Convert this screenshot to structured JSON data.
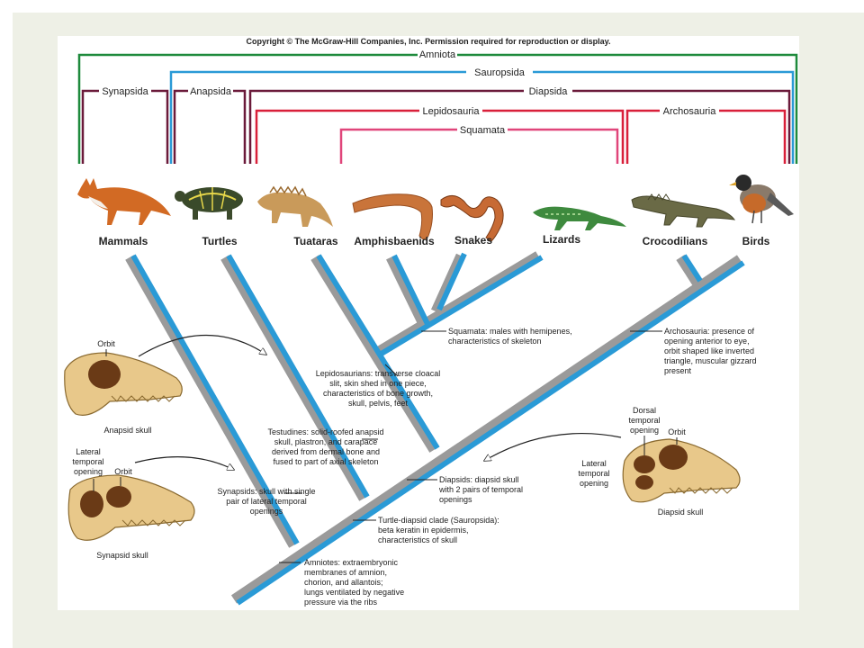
{
  "copyright": "Copyright © The McGraw-Hill Companies, Inc. Permission required for reproduction or display.",
  "colors": {
    "background": "#eef0e6",
    "amniota": "#1e8a3c",
    "sauropsida": "#2a9ad6",
    "synapsida": "#6b1a3a",
    "diapsida": "#6b1a3a",
    "lepidosauria": "#d9203a",
    "archosauria": "#d9203a",
    "squamata": "#e0457a",
    "branch": "#2a9ad6",
    "branch_shadow": "#9a9a9a",
    "skull": "#e8c88a"
  },
  "brackets": {
    "amniota": "Amniota",
    "sauropsida": "Sauropsida",
    "synapsida": "Synapsida",
    "anapsida": "Anapsida",
    "diapsida": "Diapsida",
    "lepidosauria": "Lepidosauria",
    "archosauria": "Archosauria",
    "squamata": "Squamata"
  },
  "taxa": [
    "Mammals",
    "Turtles",
    "Tuataras",
    "Amphisbaenids",
    "Snakes",
    "Lizards",
    "Crocodilians",
    "Birds"
  ],
  "animal_icons": [
    "fox-icon",
    "turtle-icon",
    "tuatara-icon",
    "amphisbaenid-icon",
    "snake-icon",
    "lizard-icon",
    "crocodile-icon",
    "bird-icon"
  ],
  "annotations": {
    "squamata": [
      "Squamata: males with hemipenes,",
      "characteristics of skeleton"
    ],
    "archosauria": [
      "Archosauria: presence of",
      "opening anterior to eye,",
      "orbit shaped like inverted",
      "triangle, muscular gizzard",
      "present"
    ],
    "lepidosaurians": [
      "Lepidosaurians: transverse cloacal",
      "slit, skin shed in one piece,",
      "characteristics of bone growth,",
      "skull, pelvis, feet"
    ],
    "testudines": [
      "Testudines: solid-roofed anapsid",
      "skull, plastron, and carapace",
      "derived from dermal bone and",
      "fused to part of axial skeleton"
    ],
    "diapsids": [
      "Diapsids: diapsid skull",
      "with 2 pairs of temporal",
      "openings"
    ],
    "synapsids": [
      "Synapsids: skull with single",
      "pair of lateral temporal",
      "openings"
    ],
    "turtle_diapsid": [
      "Turtle-diapsid clade (Sauropsida):",
      "beta keratin in epidermis,",
      "characteristics of skull"
    ],
    "amniotes": [
      "Amniotes: extraembryonic",
      "membranes of amnion,",
      "chorion, and allantois;",
      "lungs ventilated by negative",
      "pressure via the ribs"
    ]
  },
  "skulls": {
    "anapsid": {
      "caption": "Anapsid skull",
      "orbit": "Orbit"
    },
    "synapsid": {
      "caption": "Synapsid skull",
      "orbit": "Orbit",
      "lateral": [
        "Lateral",
        "temporal",
        "opening"
      ]
    },
    "diapsid": {
      "caption": "Diapsid skull",
      "orbit": "Orbit",
      "dorsal": [
        "Dorsal",
        "temporal",
        "opening"
      ],
      "lateral": [
        "Lateral",
        "temporal",
        "opening"
      ]
    }
  }
}
